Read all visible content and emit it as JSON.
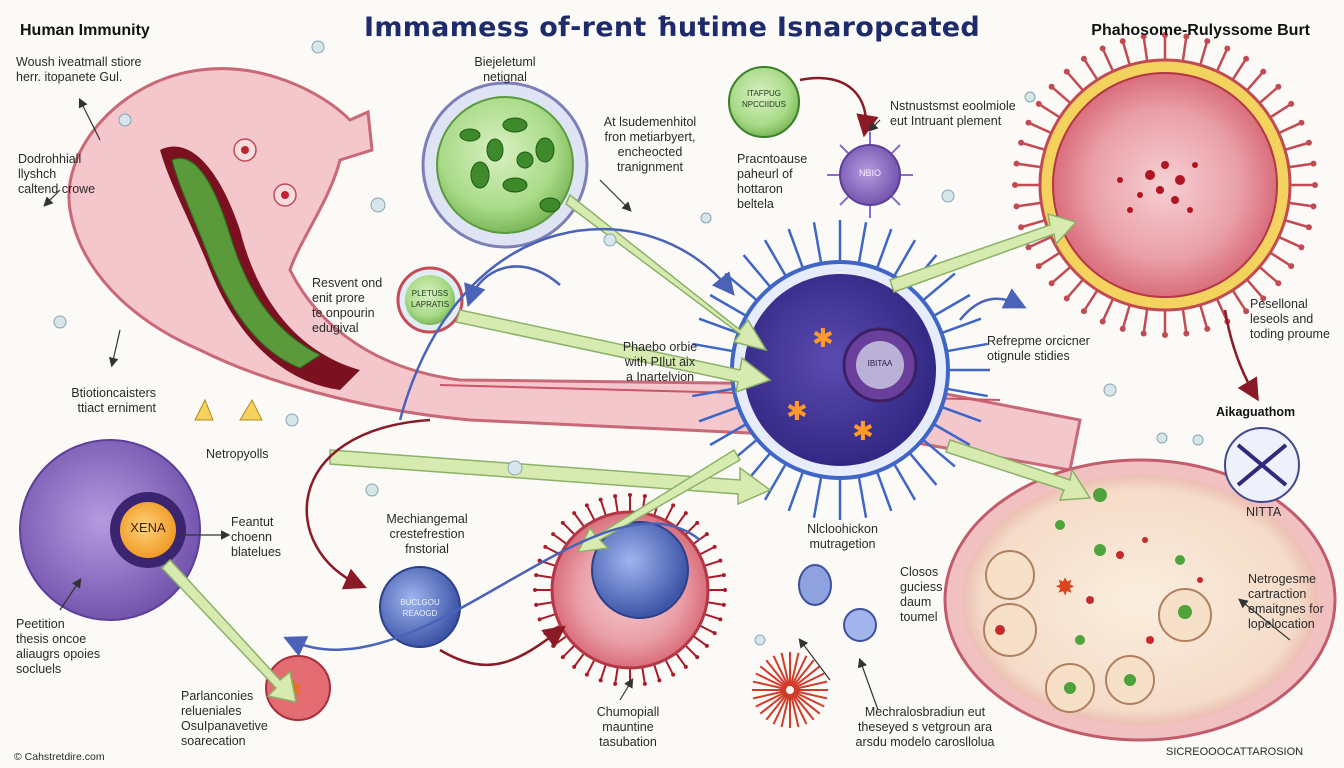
{
  "header": {
    "left_title": "Human Immunity",
    "main_title": "Immamess of‑rent ħutime Isnaropcated",
    "right_title": "Phahosome-Rulyssome Burt"
  },
  "labels": {
    "top_left": "Woush iveatmall stiore\nherr. itopanete Gul.",
    "left_mid": "Dodrohhiall\nllyshch\ncaltend crowe",
    "cell_top_caption": "Biejeletuml\nnetignal",
    "transport_caption": "At lsudemenhitol\nfron metiarbyert,\nencheocted\ntranignment",
    "mid_left": "Resvent ond\nenit prore\nte onpourin\nedugival",
    "biotic": "Btiotioncaisters\nttiact erniment",
    "neutrophils": "Netropyolls",
    "virus_caption": "Pracntoause\npaheurl of\nhottaron\nbeltela",
    "top_right_caption": "Nstnustsmst eoolmiole\neut Intruant plement",
    "phagocyte_caption": "Phaebo orbie\nwith PIlut aix\na Inartelvion",
    "refreshing": "Refrepme orcicner\notignule stidies",
    "positional": "Pesellonal\nleseols and\ntoding proume",
    "alkaguathom": "Aikaguathom",
    "nitta": "NITTA",
    "feature": "Feantut\nchoenn\nblatelues",
    "mechanical": "Mechiangemal\ncrestefrestion\nfnstorial",
    "nucleation": "Nlcloohickon\nmutragetion",
    "closing": "Closos\nguciess\ndaum\ntoumel",
    "netrogesme": "Netrogesme\ncartraction\nemaitgnes for\nlopelocation",
    "position_bottom": "Peetition\nthesis oncoe\naliaugrs opoies\nsocluels",
    "parlanconies": "Parlanconies\nrelueniales\nOsuIpanavetive\nsoarecation",
    "chumopiall": "Chumopiall\nmauntine\ntasubation",
    "mechanics_bottom": "Mechralosbradiun eut\ntheseyed s vetgroun ara\narsdu modelo carosllolua",
    "copyright": "© Cahstretdire.com",
    "bottom_logo": "SICREOOOCATTAROSION"
  },
  "cell_labels": {
    "purple_nucleus": "XENA",
    "green_small": "PLETUSS\nLAPRATIS",
    "green_top": "ITAFPUG\nNPCCIIDUS",
    "virus": "NBIO",
    "blue_small": "BUCLGOU\nREAOGD",
    "central_nucleus": "IBITAA"
  },
  "colors": {
    "title": "#1d2a6b",
    "vessel_wall": "#e8a0a8",
    "vessel_dark": "#9b1c2e",
    "green_cell": "#8ecf6a",
    "purple_cell": "#8e6cc4",
    "central_cell": "#4f3f9e",
    "red_cell": "#d94a5a",
    "arrow_green": "#cfe6a6",
    "arrow_blue": "#4a63b8",
    "arrow_red": "#8a1a26",
    "background": "#fbfaf7"
  },
  "icons": [
    "blood-vessel",
    "lymphocyte",
    "phagocyte",
    "virus",
    "bacterium",
    "antibody"
  ]
}
